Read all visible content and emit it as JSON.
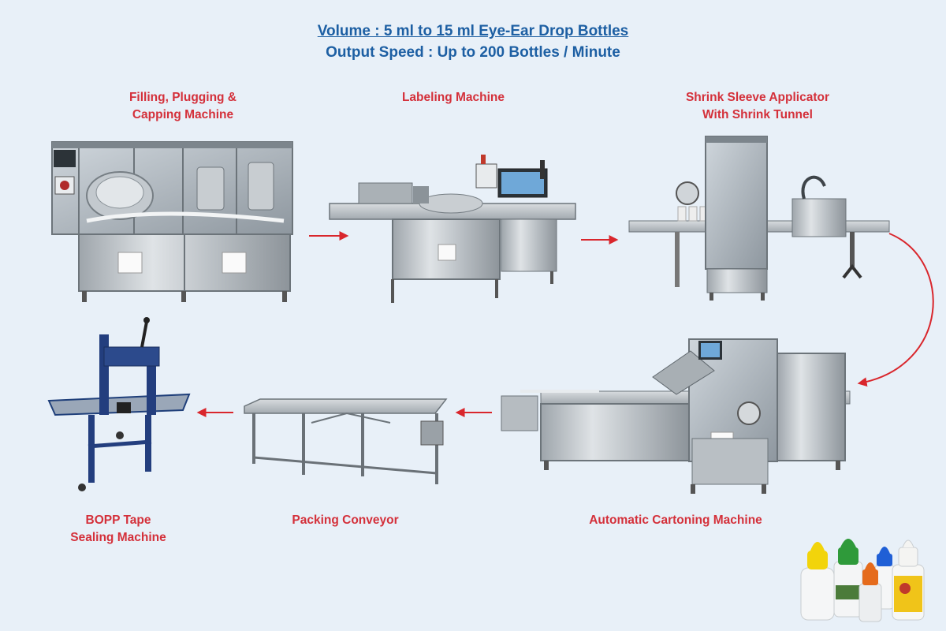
{
  "header": {
    "line1": "Volume : 5 ml to 15 ml Eye-Ear Drop Bottles",
    "line2": "Output Speed : Up to 200 Bottles / Minute"
  },
  "machines": [
    {
      "id": "filling",
      "label_lines": [
        "Filling, Plugging &",
        "Capping Machine"
      ]
    },
    {
      "id": "labeling",
      "label_lines": [
        "Labeling Machine"
      ]
    },
    {
      "id": "shrink",
      "label_lines": [
        "Shrink Sleeve  Applicator",
        "With Shrink Tunnel"
      ]
    },
    {
      "id": "cartoning",
      "label_lines": [
        "Automatic Cartoning Machine"
      ]
    },
    {
      "id": "conveyor",
      "label_lines": [
        "Packing Conveyor"
      ]
    },
    {
      "id": "bopp",
      "label_lines": [
        "BOPP Tape",
        "Sealing Machine"
      ]
    }
  ],
  "colors": {
    "heading": "#1d5fa3",
    "label": "#d4303a",
    "arrow": "#d9262c",
    "background": "#e8f0f8"
  }
}
